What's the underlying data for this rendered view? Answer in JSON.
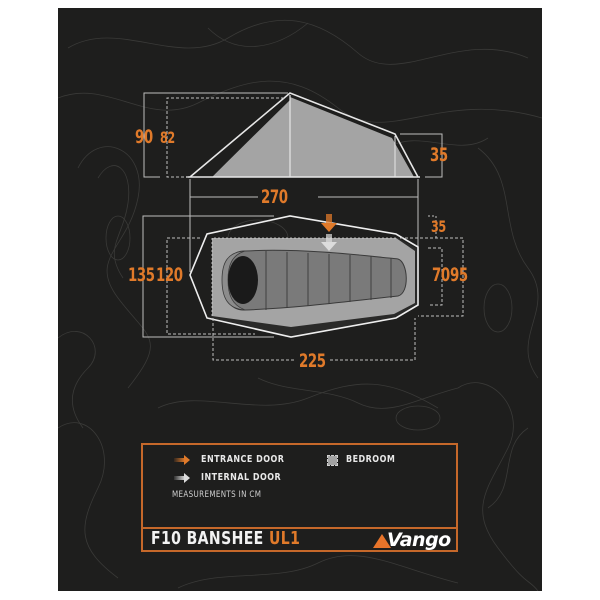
{
  "product": {
    "name": "F10 BANSHEE",
    "model": "UL1",
    "brand": "Vango"
  },
  "colors": {
    "background": "#1e1e1d",
    "accent_orange": "#e07a2a",
    "legend_border": "#c5682a",
    "tent_fill": "#a4a4a4",
    "line_white": "#e6e6e6",
    "bag_fill": "#7a7a7a"
  },
  "side_view": {
    "total_height": "90",
    "inner_height": "82",
    "rear_height": "35",
    "length": "270"
  },
  "floor_view": {
    "outer_width": "135",
    "inner_width": "120",
    "foot_offset": "35",
    "foot_inner_width": "70",
    "foot_outer_width": "95",
    "inner_length": "225"
  },
  "legend": {
    "items": [
      {
        "icon": "orange-arrow",
        "label": "ENTRANCE DOOR"
      },
      {
        "icon": "white-arrow",
        "label": "INTERNAL DOOR"
      },
      {
        "icon": "grey-square",
        "label": "BEDROOM"
      }
    ],
    "note": "MEASUREMENTS IN CM"
  }
}
